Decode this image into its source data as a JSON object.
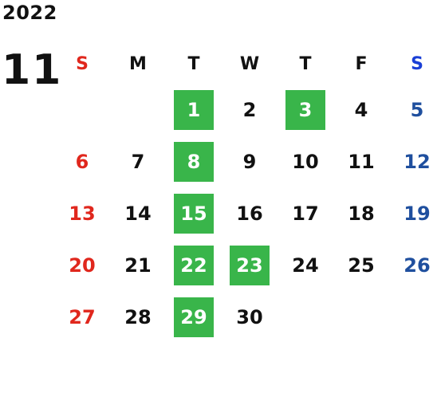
{
  "year": "2022",
  "month": "11",
  "weekdays": [
    "S",
    "M",
    "T",
    "W",
    "T",
    "F",
    "S"
  ],
  "colors": {
    "sunday": "#e0271d",
    "saturday": "#1f4f9e",
    "highlight": "#39b54a"
  },
  "weeks": [
    [
      {
        "d": ""
      },
      {
        "d": ""
      },
      {
        "d": "1",
        "hl": true
      },
      {
        "d": "2"
      },
      {
        "d": "3",
        "hl": true
      },
      {
        "d": "4"
      },
      {
        "d": "5"
      }
    ],
    [
      {
        "d": "6"
      },
      {
        "d": "7"
      },
      {
        "d": "8",
        "hl": true
      },
      {
        "d": "9"
      },
      {
        "d": "10"
      },
      {
        "d": "11"
      },
      {
        "d": "12"
      }
    ],
    [
      {
        "d": "13"
      },
      {
        "d": "14"
      },
      {
        "d": "15",
        "hl": true
      },
      {
        "d": "16"
      },
      {
        "d": "17"
      },
      {
        "d": "18"
      },
      {
        "d": "19"
      }
    ],
    [
      {
        "d": "20"
      },
      {
        "d": "21"
      },
      {
        "d": "22",
        "hl": true
      },
      {
        "d": "23",
        "hl": true
      },
      {
        "d": "24"
      },
      {
        "d": "25"
      },
      {
        "d": "26"
      }
    ],
    [
      {
        "d": "27"
      },
      {
        "d": "28"
      },
      {
        "d": "29",
        "hl": true
      },
      {
        "d": "30"
      },
      {
        "d": ""
      },
      {
        "d": ""
      },
      {
        "d": ""
      }
    ]
  ]
}
